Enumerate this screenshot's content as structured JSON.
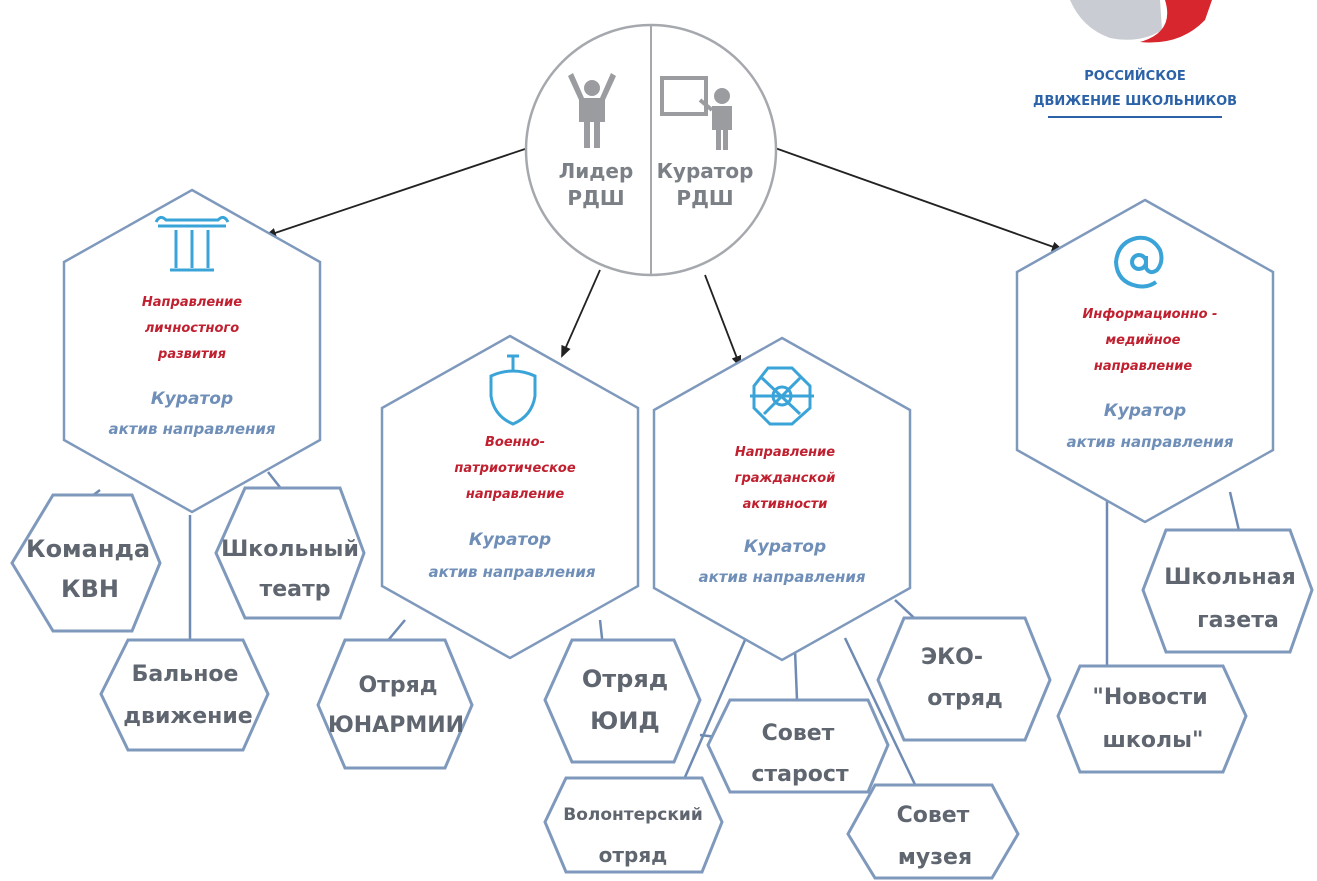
{
  "logo": {
    "line1": "РОССИЙСКОЕ",
    "line2": "ДВИЖЕНИЕ ШКОЛЬНИКОВ"
  },
  "leaders": {
    "leader": [
      "Лидер",
      "РДШ"
    ],
    "curator": [
      "Куратор",
      "РДШ"
    ]
  },
  "directions": {
    "personal": {
      "title": [
        "Направление",
        "личностного",
        "развития"
      ],
      "curator": [
        "Куратор",
        "актив направления"
      ],
      "icon": "column-icon"
    },
    "military": {
      "title": [
        "Военно-",
        "патриотическое",
        "направление"
      ],
      "curator": [
        "Куратор",
        "актив направления"
      ],
      "icon": "shield-icon"
    },
    "civic": {
      "title": [
        "Направление",
        "гражданской",
        "активности"
      ],
      "curator": [
        "Куратор",
        "актив направления"
      ],
      "icon": "hands-icon"
    },
    "media": {
      "title": [
        "Информационно -",
        "медийное",
        "направление"
      ],
      "curator": [
        "Куратор",
        "актив направления"
      ],
      "icon": "at-icon"
    }
  },
  "units": {
    "kvn": [
      "Команда",
      "КВН"
    ],
    "theatre": [
      "Школьный",
      "театр"
    ],
    "ballroom": [
      "Бальное",
      "движение"
    ],
    "yunarmia": [
      "Отряд",
      "ЮНАРМИИ"
    ],
    "yuid": [
      "Отряд",
      "ЮИД"
    ],
    "eco": [
      "ЭКО-",
      "отряд"
    ],
    "starost": [
      "Совет",
      "старост"
    ],
    "volunteer": [
      "Волонтерский",
      "отряд"
    ],
    "museum": [
      "Совет",
      "музея"
    ],
    "gazeta": [
      "Школьная",
      "газета"
    ],
    "news": [
      "\"Новости",
      "школы\""
    ]
  },
  "colors": {
    "outline": "#8aa3c4",
    "icon": "#3aa4d8",
    "red": "#c0202f",
    "curator_blue": "#6f8fb8",
    "text_gray": "#5f6670"
  }
}
